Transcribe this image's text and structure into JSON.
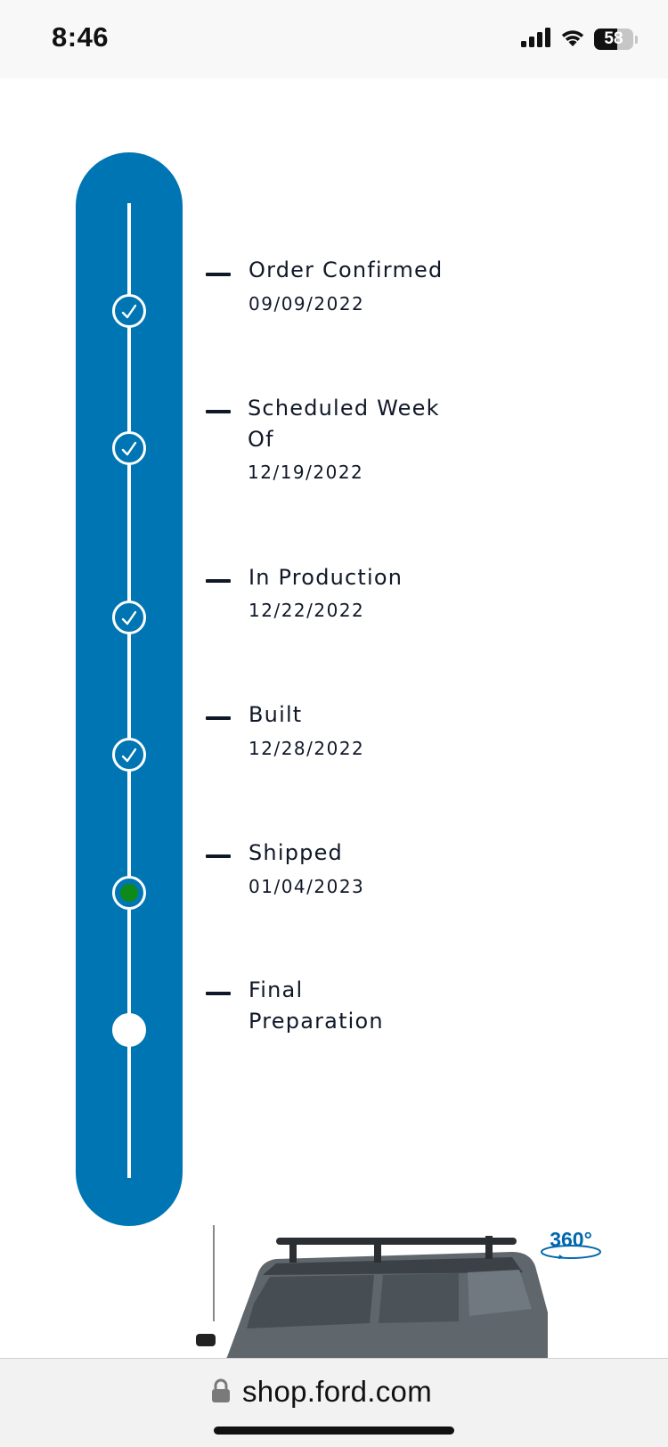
{
  "status_bar": {
    "time": "8:46",
    "battery": "58",
    "icons": [
      "cellular-signal-icon",
      "wifi-icon",
      "battery-icon"
    ]
  },
  "tracker": {
    "colors": {
      "track": "#0075b3",
      "current": "#0e8a1a",
      "text": "#101828"
    },
    "steps": [
      {
        "title": "Order Confirmed",
        "date": "09/09/2022",
        "status": "complete"
      },
      {
        "title": "Scheduled Week Of",
        "date": "12/19/2022",
        "status": "complete"
      },
      {
        "title": "In Production",
        "date": "12/22/2022",
        "status": "complete"
      },
      {
        "title": "Built",
        "date": "12/28/2022",
        "status": "complete"
      },
      {
        "title": "Shipped",
        "date": "01/04/2023",
        "status": "current"
      },
      {
        "title": "Final Preparation",
        "date": "",
        "status": "pending"
      }
    ]
  },
  "vehicle_preview": {
    "badge": "360°",
    "icon": "rotate-360-icon"
  },
  "browser": {
    "url": "shop.ford.com",
    "icon": "lock-icon"
  }
}
